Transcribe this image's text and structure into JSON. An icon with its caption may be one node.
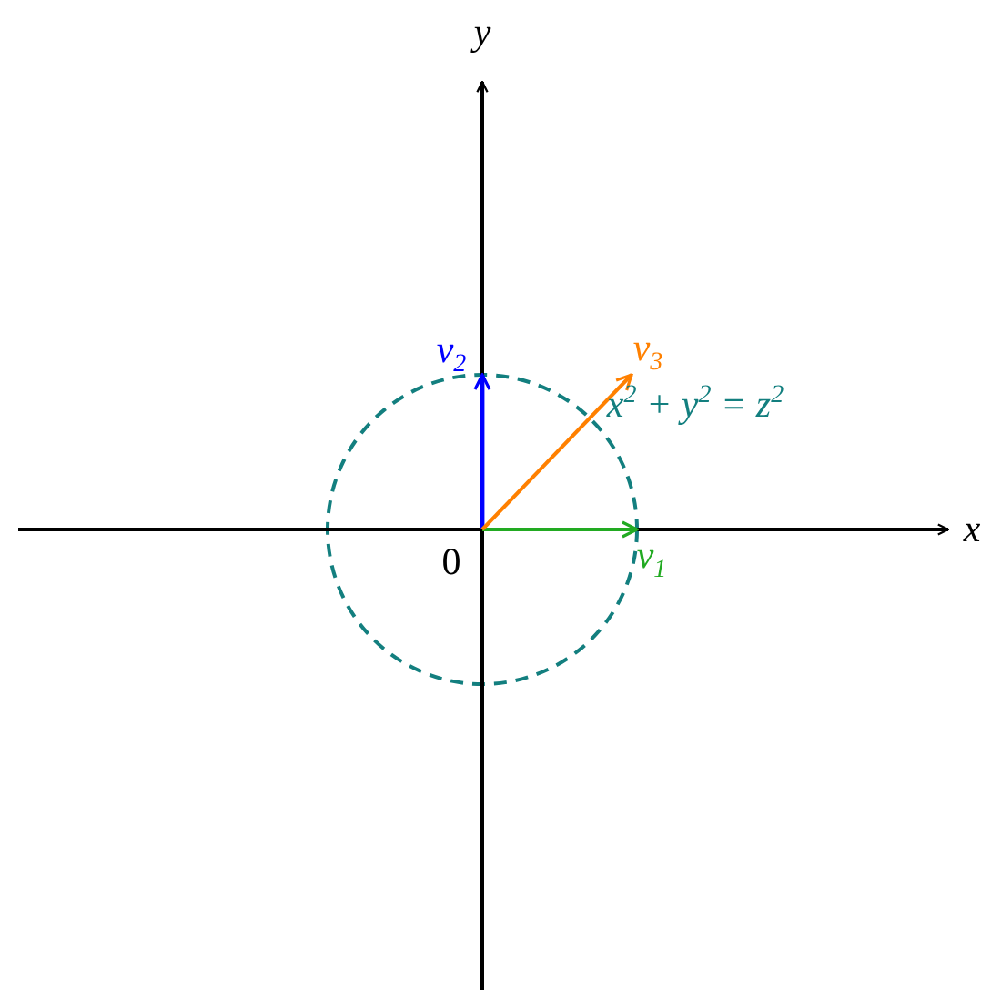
{
  "diagram": {
    "labels": [
      "y",
      "v$_{2}$",
      "v$_{3}$",
      "x$^{2}$ + y$^{2}$ = z$^{2}$",
      "x",
      "0",
      "v$_{1}$"
    ]
  }
}
